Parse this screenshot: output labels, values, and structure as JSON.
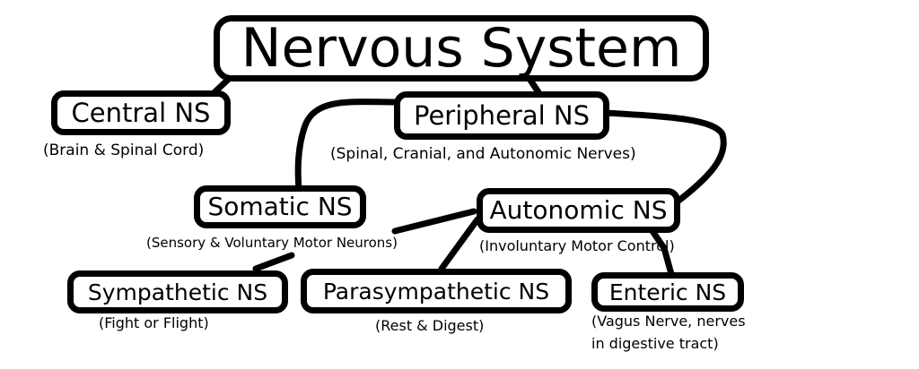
{
  "title": "Nervous System",
  "nodes": {
    "central": {
      "label": "Central NS",
      "caption": "(Brain & Spinal Cord)"
    },
    "peripheral": {
      "label": "Peripheral NS",
      "caption": "(Spinal, Cranial, and Autonomic Nerves)"
    },
    "somatic": {
      "label": "Somatic NS",
      "caption": "(Sensory & Voluntary Motor Neurons)"
    },
    "autonomic": {
      "label": "Autonomic NS",
      "caption": "(Involuntary Motor Control)"
    },
    "sympathetic": {
      "label": "Sympathetic NS",
      "caption": "(Fight or Flight)"
    },
    "parasympathetic": {
      "label": "Parasympathetic NS",
      "caption": "(Rest & Digest)"
    },
    "enteric": {
      "label": "Enteric NS",
      "caption_line1": "(Vagus Nerve, nerves",
      "caption_line2": "in digestive tract)"
    }
  }
}
